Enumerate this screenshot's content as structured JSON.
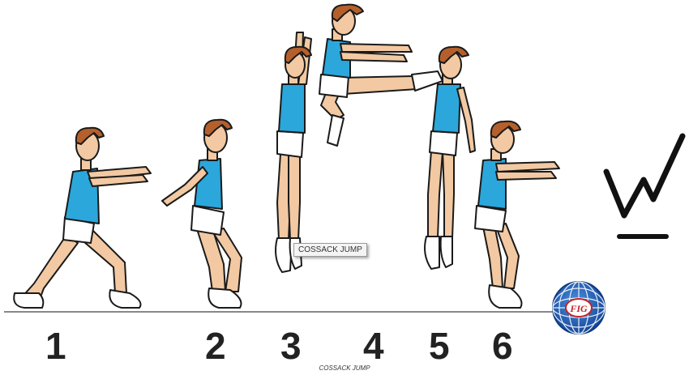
{
  "steps": [
    "1",
    "2",
    "3",
    "4",
    "5",
    "6"
  ],
  "tooltip": {
    "text": "COSSACK JUMP"
  },
  "caption": {
    "text": "COSSACK JUMP"
  },
  "logo": {
    "emblem_text": "FIG",
    "emblem_color": "#1f5aa8"
  },
  "colors": {
    "shirt": "#2ba7db",
    "skin": "#f2c9a2",
    "hair": "#b5602c",
    "shorts": "#ffffff",
    "outline": "#1a1a1a",
    "floor": "#888888"
  }
}
